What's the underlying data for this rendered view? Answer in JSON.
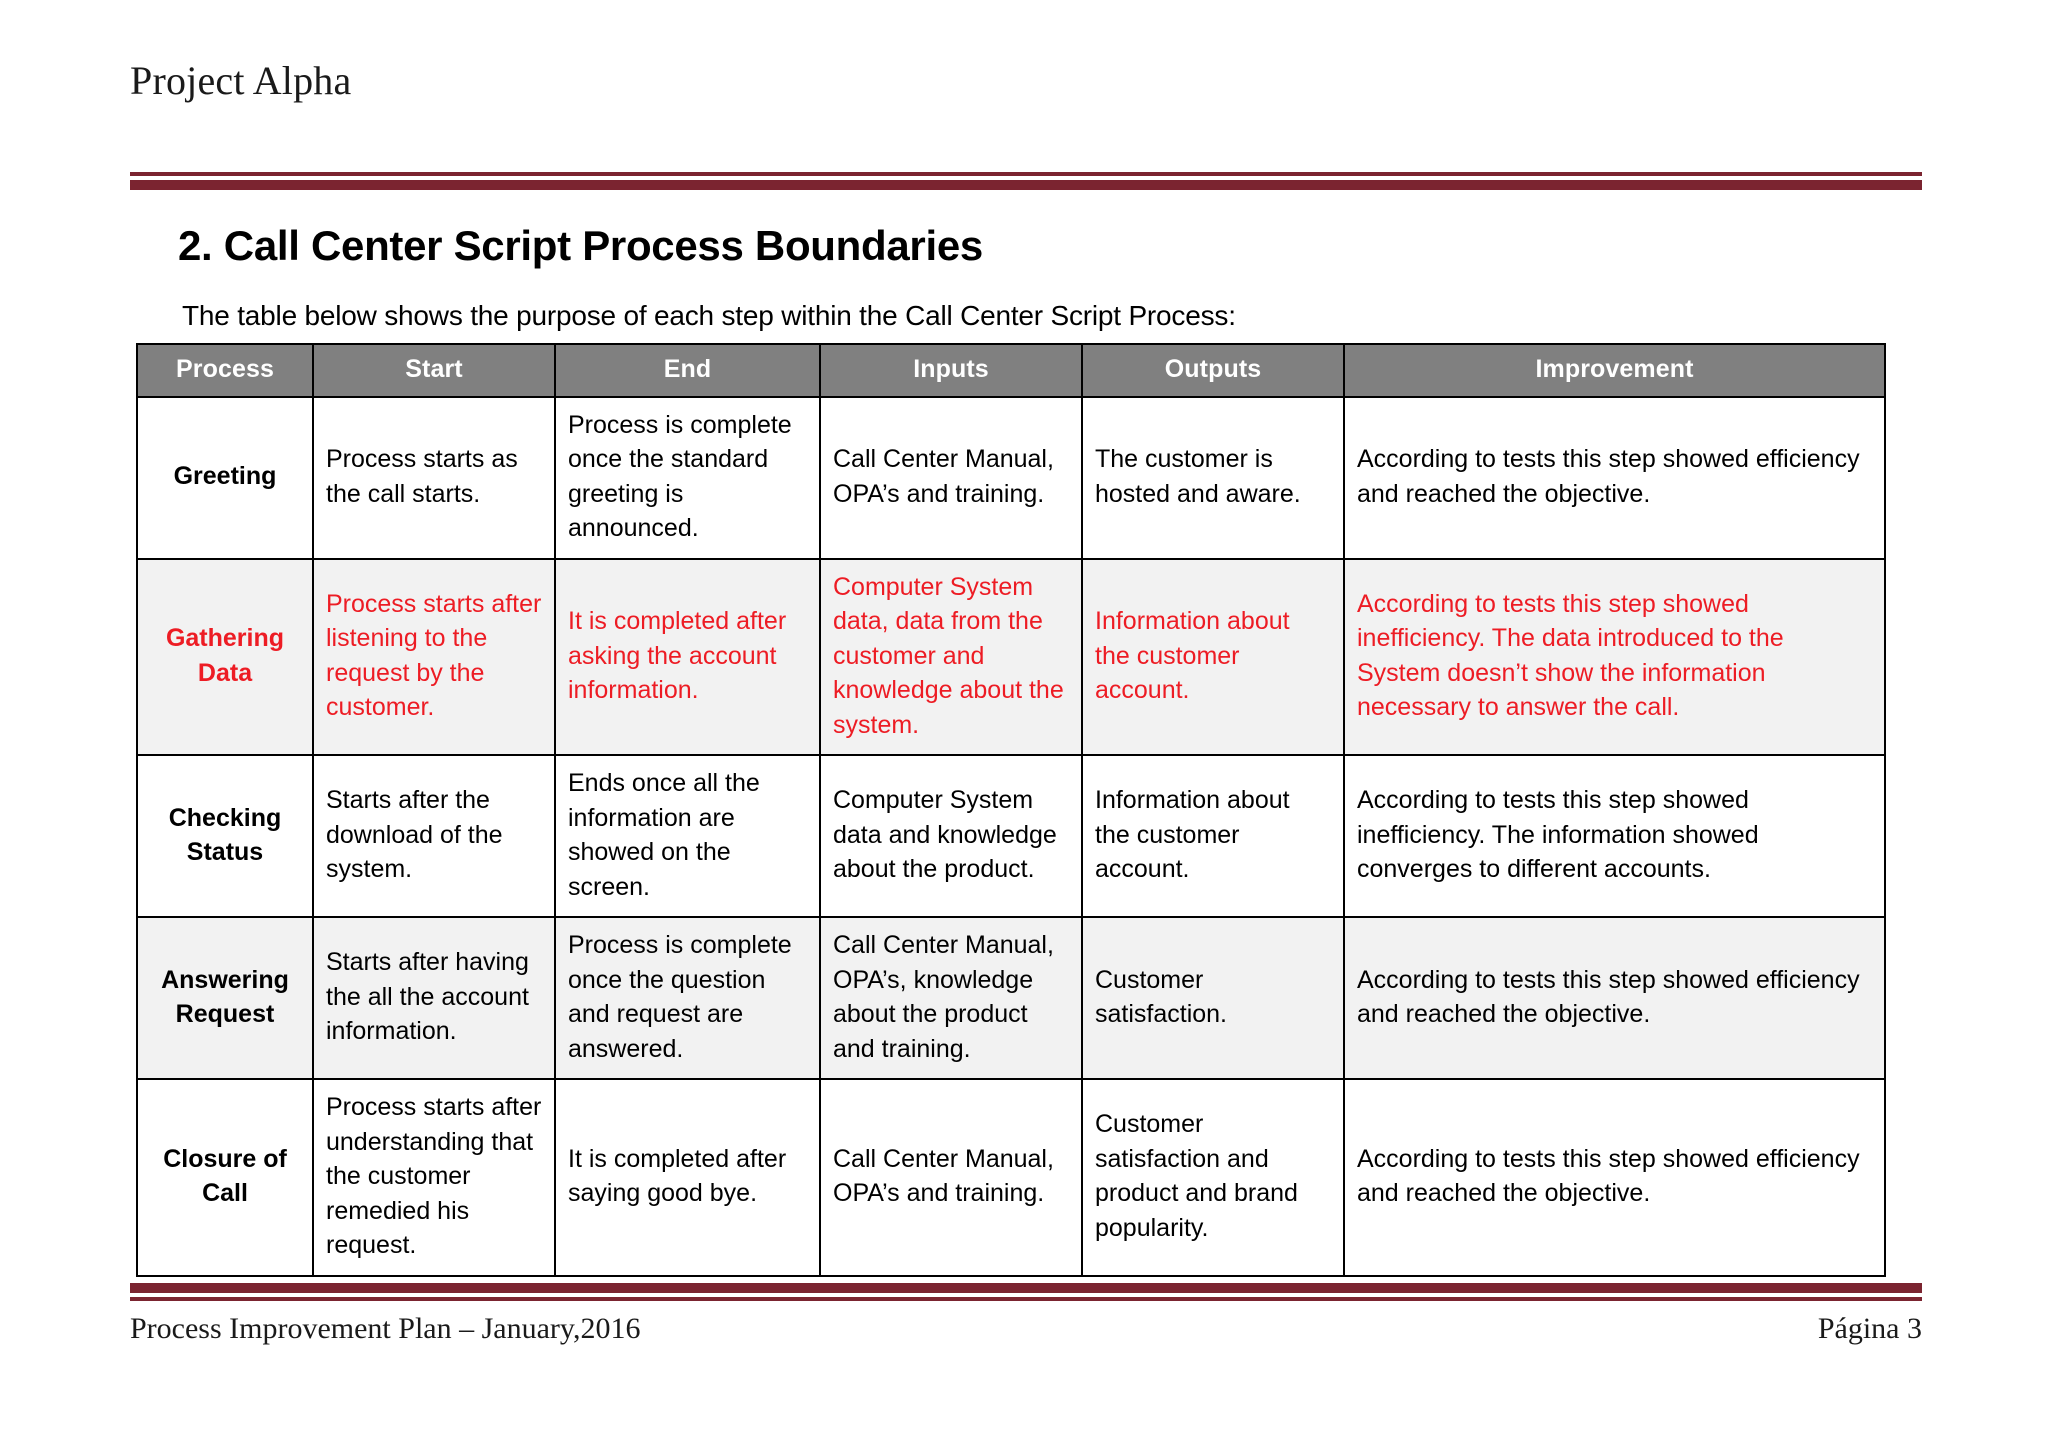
{
  "header": {
    "title": "Project Alpha",
    "rule_color": "#7B2430"
  },
  "section": {
    "heading": "2. Call Center Script Process Boundaries",
    "intro": "The table below shows the purpose of each step within the Call Center Script Process:"
  },
  "table": {
    "header_bg": "#808080",
    "header_text_color": "#ffffff",
    "shaded_row_bg": "#F2F2F2",
    "alert_text_color": "#ED1C24",
    "columns": [
      "Process",
      "Start",
      "End",
      "Inputs",
      "Outputs",
      "Improvement"
    ],
    "rows": [
      {
        "process": "Greeting",
        "start": "Process starts as the call starts.",
        "end": "Process is complete once the standard greeting is announced.",
        "inputs": "Call Center Manual, OPA’s and training.",
        "outputs": "The customer is hosted and aware.",
        "improvement": "According to tests this step showed efficiency and reached the objective.",
        "shaded": false,
        "alert": false
      },
      {
        "process": "Gathering Data",
        "start": "Process starts after listening to the request by the customer.",
        "end": "It is completed after asking the account information.",
        "inputs": "Computer System data, data from the customer and knowledge about the system.",
        "outputs": "Information about the customer account.",
        "improvement": "According to tests this step showed inefficiency. The data introduced to the System doesn’t show the information necessary to answer the call.",
        "shaded": true,
        "alert": true
      },
      {
        "process": "Checking Status",
        "start": "Starts after the download of the system.",
        "end": "Ends once all the information are showed on the screen.",
        "inputs": "Computer System data and knowledge about the product.",
        "outputs": "Information about the customer account.",
        "improvement": "According to tests this step showed inefficiency. The information showed converges to different accounts.",
        "shaded": false,
        "alert": false
      },
      {
        "process": "Answering Request",
        "start": "Starts after having the all the account information.",
        "end": "Process is complete once the question and request are answered.",
        "inputs": "Call Center Manual, OPA’s, knowledge about the product and training.",
        "outputs": "Customer satisfaction.",
        "improvement": "According to tests this step showed efficiency and reached the objective.",
        "shaded": true,
        "alert": false
      },
      {
        "process": "Closure of Call",
        "start": "Process starts after understanding that the customer remedied his request.",
        "end": "It is completed after saying good bye.",
        "inputs": "Call Center Manual, OPA’s and training.",
        "outputs": "Customer satisfaction and product and brand popularity.",
        "improvement": "According to tests this step showed efficiency and reached the objective.",
        "shaded": false,
        "alert": false
      }
    ]
  },
  "footer": {
    "left": "Process Improvement Plan – January,2016",
    "right": "Página 3"
  }
}
